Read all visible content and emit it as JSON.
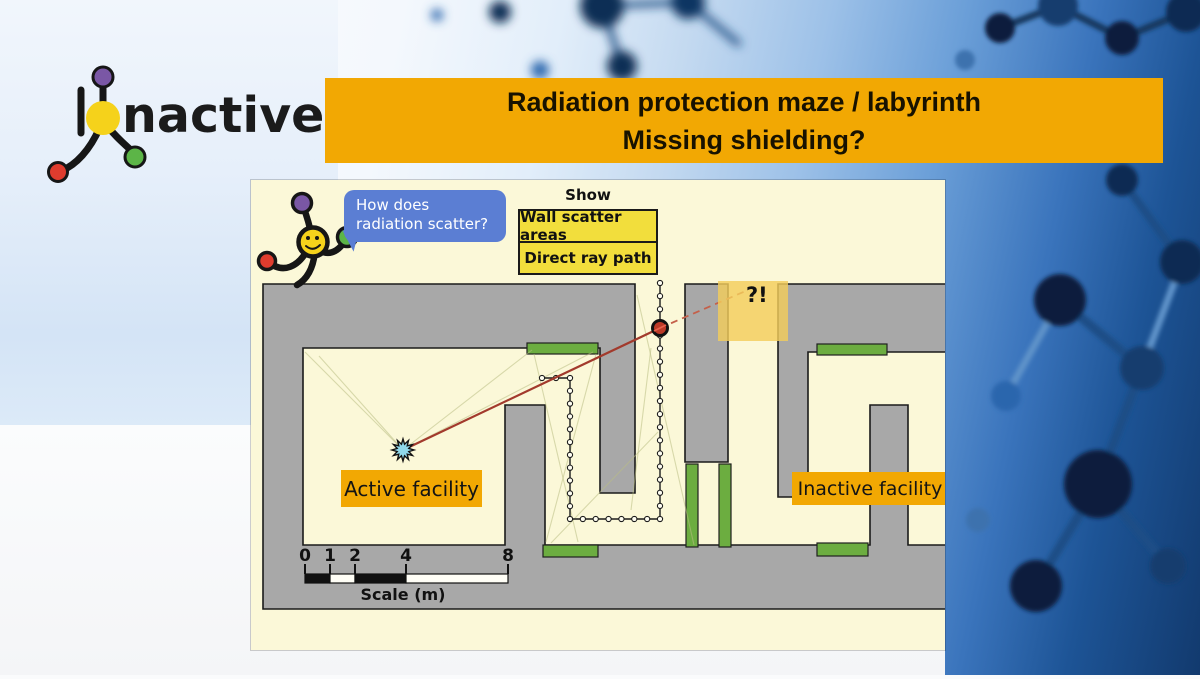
{
  "logo": {
    "brand": "Ionactive",
    "lead": "I",
    "rest": "nactive"
  },
  "banner": {
    "line1": "Radiation protection maze / labyrinth",
    "line2": "Missing shielding?"
  },
  "mascot": {
    "bubble_line1": "How does",
    "bubble_line2": "radiation scatter?"
  },
  "controls": {
    "heading": "Show",
    "buttons": [
      {
        "label": "Wall scatter areas"
      },
      {
        "label": "Direct ray path"
      }
    ]
  },
  "maze": {
    "labels": {
      "active": "Active facility",
      "inactive": "Inactive facility",
      "alert": "?!"
    },
    "scale": {
      "ticks": [
        "0",
        "1",
        "2",
        "4",
        "8"
      ],
      "caption": "Scale (m)"
    },
    "path_points": [
      [
        291,
        198
      ],
      [
        319,
        198
      ],
      [
        319,
        339
      ],
      [
        409,
        339
      ],
      [
        409,
        103
      ]
    ]
  },
  "colors": {
    "accent_orange": "#F2A803",
    "button_yellow": "#F2DE3C",
    "panel_cream": "#FBF8D8",
    "wall_gray": "#A8A8A8",
    "scatter_green": "#6CAD40",
    "ray_red": "#A23A2C",
    "ray_red_light": "#C4604A",
    "bubble_blue": "#5B7ED3",
    "alert_yellow": "#F0C85C",
    "star_cyan": "#8FD8EA",
    "dot_red": "#BC3A28",
    "logo_purple": "#7A57A5",
    "logo_yellow": "#F5D21B",
    "logo_green": "#5CB547",
    "logo_red": "#DF3C2E"
  }
}
